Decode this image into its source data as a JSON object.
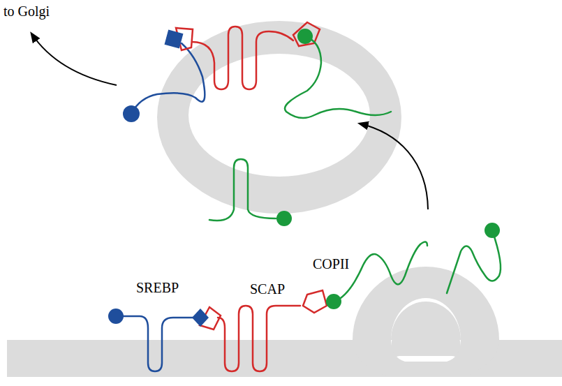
{
  "diagram": {
    "labels": [
      "to Golgi",
      "SREBP",
      "SCAP",
      "COPII"
    ]
  }
}
